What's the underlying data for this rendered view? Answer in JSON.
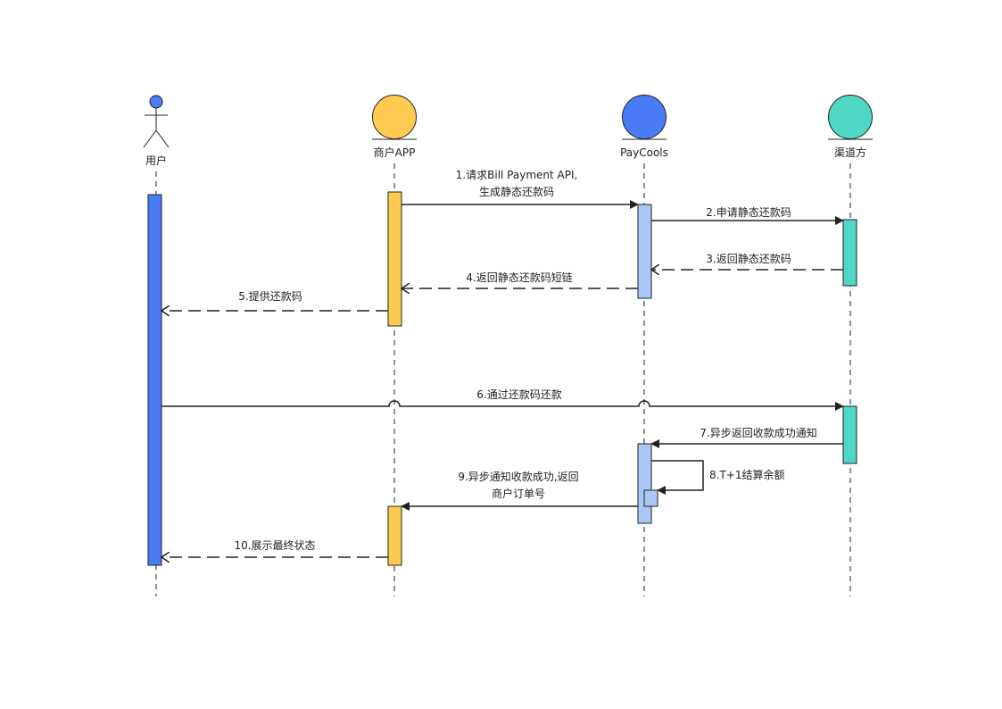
{
  "participants": [
    {
      "id": "user",
      "label": "用户",
      "kind": "actor",
      "color": "#4A7CF7"
    },
    {
      "id": "merchant",
      "label": "商户APP",
      "kind": "entity",
      "color": "#FFCA4F"
    },
    {
      "id": "paycools",
      "label": "PayCools",
      "kind": "entity",
      "color": "#4A7CF7"
    },
    {
      "id": "channel",
      "label": "渠道方",
      "kind": "entity",
      "color": "#4FD6C4"
    }
  ],
  "activation_colors": {
    "user": "#4A7CF7",
    "merchant": "#FFCA4F",
    "paycools": "#A9C8F7",
    "channel": "#4FD6C4"
  },
  "messages": [
    {
      "id": "m1",
      "lines": [
        "1.请求Bill Payment API,",
        "生成静态还款码"
      ],
      "from": "merchant",
      "to": "paycools",
      "style": "solid"
    },
    {
      "id": "m2",
      "lines": [
        "2.申请静态还款码"
      ],
      "from": "paycools",
      "to": "channel",
      "style": "solid"
    },
    {
      "id": "m3",
      "lines": [
        "3.返回静态还款码"
      ],
      "from": "channel",
      "to": "paycools",
      "style": "dashed"
    },
    {
      "id": "m4",
      "lines": [
        "4.返回静态还款码短链"
      ],
      "from": "paycools",
      "to": "merchant",
      "style": "dashed"
    },
    {
      "id": "m5",
      "lines": [
        "5.提供还款码"
      ],
      "from": "merchant",
      "to": "user",
      "style": "dashed"
    },
    {
      "id": "m6",
      "lines": [
        "6.通过还款码还款"
      ],
      "from": "user",
      "to": "channel",
      "style": "solid"
    },
    {
      "id": "m7",
      "lines": [
        "7.异步返回收款成功通知"
      ],
      "from": "channel",
      "to": "paycools",
      "style": "solid"
    },
    {
      "id": "m8",
      "lines": [
        "8.T+1结算余额"
      ],
      "from": "paycools",
      "to": "paycools",
      "style": "self"
    },
    {
      "id": "m9",
      "lines": [
        "9.异步通知收款成功,返回",
        "商户订单号"
      ],
      "from": "paycools",
      "to": "merchant",
      "style": "solid"
    },
    {
      "id": "m10",
      "lines": [
        "10.展示最终状态"
      ],
      "from": "merchant",
      "to": "user",
      "style": "dashed"
    }
  ]
}
